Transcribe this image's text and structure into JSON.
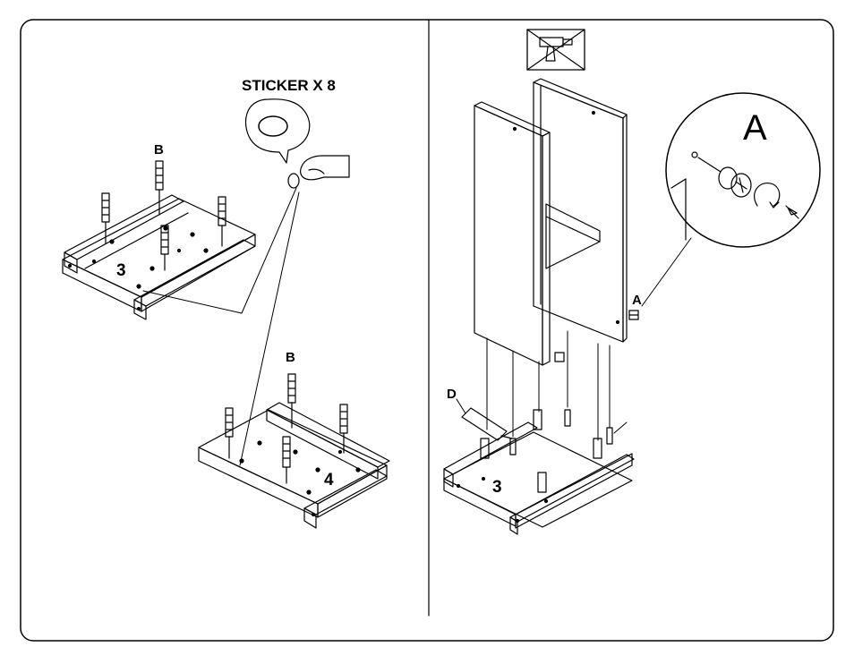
{
  "left_panel": {
    "sticker_label": "STICKER X 8",
    "part_labels": {
      "b_upper": "B",
      "b_lower": "B",
      "board_3": "3",
      "board_4": "4"
    }
  },
  "right_panel": {
    "part_labels": {
      "a_detail": "A",
      "a_cam": "A",
      "d_tool": "D",
      "board_3": "3"
    },
    "warning_icon": "no-power-drill-icon"
  },
  "colors": {
    "line": "#000000",
    "background": "#ffffff"
  }
}
